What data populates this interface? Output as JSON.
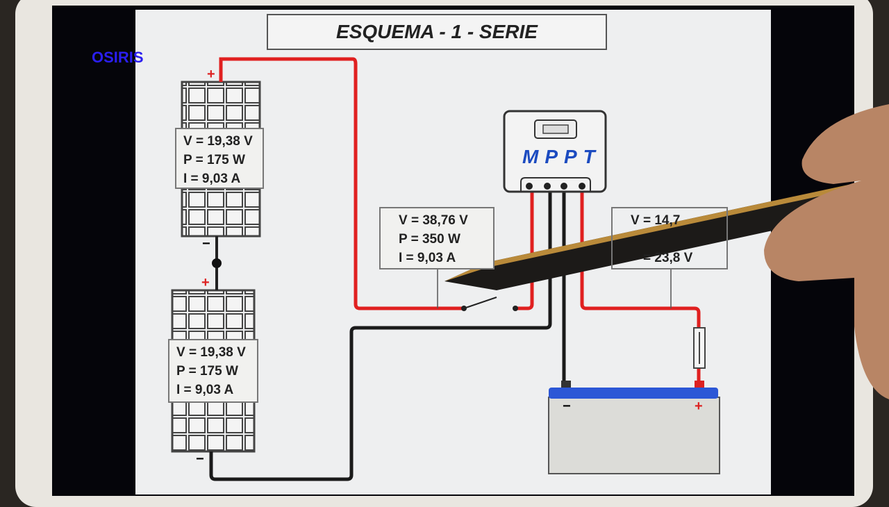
{
  "brand": "OSIRIS",
  "title": "ESQUEMA - 1 - SERIE",
  "panel_top": {
    "lines": [
      "V = 19,38 V",
      "P = 175 W",
      "I = 9,03 A"
    ]
  },
  "panel_bottom": {
    "lines": [
      "V = 19,38 V",
      "P = 175 W",
      "I = 9,03 A"
    ]
  },
  "series_total": {
    "lines": [
      "V = 38,76 V",
      "P = 350 W",
      "I = 9,03 A"
    ]
  },
  "battery_side": {
    "lines": [
      "V = 14,7",
      "= 23,8 V"
    ]
  },
  "controller": {
    "label": "MPPT"
  },
  "signs": {
    "plus": "+",
    "minus": "−"
  },
  "colors": {
    "positive_wire": "#e02020",
    "negative_wire": "#1a1a1a",
    "brand": "#2a1ef0",
    "mppt_text": "#1c4bc0",
    "battery_top": "#2c57d6"
  }
}
